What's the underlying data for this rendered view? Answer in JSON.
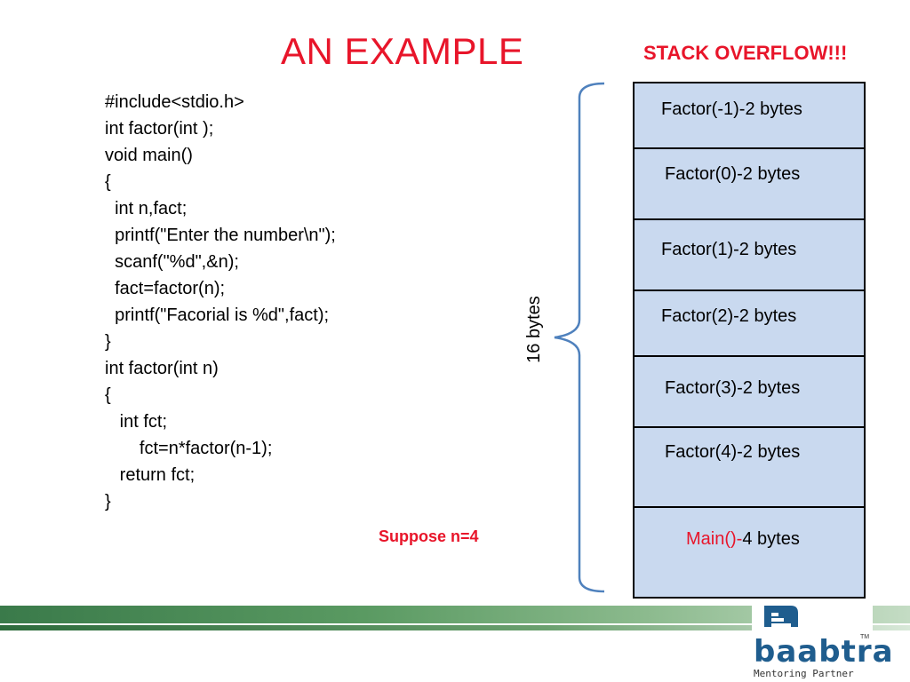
{
  "slide": {
    "title": "AN EXAMPLE",
    "overflow_label": "STACK OVERFLOW!!!",
    "suppose_label": "Suppose n=4",
    "bytes_label": "16 bytes"
  },
  "code": [
    "#include<stdio.h>",
    "int factor(int );",
    "void main()",
    "{",
    "  int n,fact;",
    "  printf(\"Enter the number\\n\");",
    "  scanf(\"%d\",&n);",
    "  fact=factor(n);",
    "  printf(\"Facorial is %d\",fact);",
    "}",
    "int factor(int n)",
    "{",
    "   int fct;",
    "       fct=n*factor(n-1);",
    "   return fct;",
    "}"
  ],
  "stack": {
    "frames": [
      {
        "label": "Factor(-1)-2 bytes"
      },
      {
        "label": "Factor(0)-2 bytes"
      },
      {
        "label": "Factor(1)-2 bytes"
      },
      {
        "label": "Factor(2)-2 bytes"
      },
      {
        "label": "Factor(3)-2 bytes"
      },
      {
        "label": "Factor(4)-2 bytes"
      }
    ],
    "main_frame": {
      "name": "Main()-",
      "size": "4 bytes"
    }
  },
  "logo": {
    "word": "baabtra",
    "tagline": "Mentoring Partner",
    "tm": "TM"
  },
  "colors": {
    "accent_red": "#e8152a",
    "stack_fill": "#c9d9ef",
    "brace_blue": "#4f81bd",
    "footer_green": "#3a7a4a",
    "logo_blue": "#1f5d8e"
  }
}
